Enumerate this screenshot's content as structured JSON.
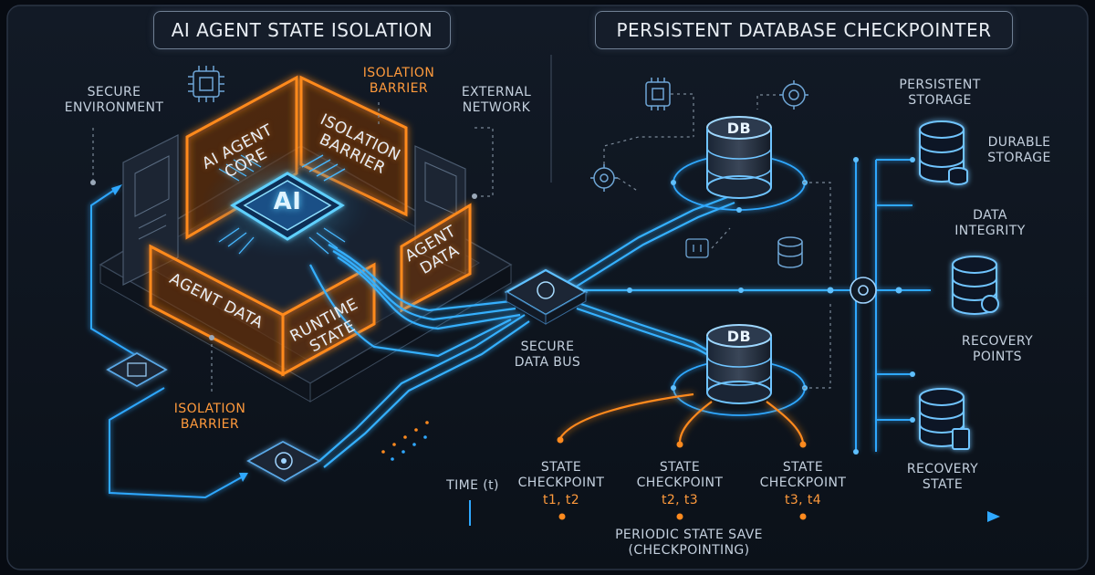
{
  "left_panel": {
    "title": "AI AGENT STATE ISOLATION",
    "chip_label": "AI",
    "labels": {
      "secure_environment": "SECURE\nENVIRONMENT",
      "isolation_barrier_top": "ISOLATION\nBARRIER",
      "external_network": "EXTERNAL\nNETWORK",
      "isolation_barrier_bottom": "ISOLATION\nBARRIER"
    },
    "walls": {
      "ai_agent_core": "AI AGENT\nCORE",
      "isolation_barrier_wall": "ISOLATION\nBARRIER",
      "agent_data_right": "AGENT\nDATA",
      "agent_data_front": "AGENT DATA",
      "runtime_state": "RUNTIME\nSTATE"
    }
  },
  "center": {
    "bus_label": "SECURE\nDATA BUS"
  },
  "right_panel": {
    "title": "PERSISTENT DATABASE CHECKPOINTER",
    "db_label": "DB",
    "labels": {
      "persistent_storage": "PERSISTENT\nSTORAGE",
      "durable_storage": "DURABLE\nSTORAGE",
      "data_integrity": "DATA\nINTEGRITY",
      "recovery_points": "RECOVERY\nPOINTS",
      "recovery_state": "RECOVERY\nSTATE"
    }
  },
  "timeline": {
    "axis_label": "TIME (t)",
    "checkpoints": [
      {
        "label": "STATE\nCHECKPOINT",
        "time": "t1, t2"
      },
      {
        "label": "STATE\nCHECKPOINT",
        "time": "t2, t3"
      },
      {
        "label": "STATE\nCHECKPOINT",
        "time": "t3, t4"
      }
    ],
    "caption": "PERIODIC STATE SAVE\n(CHECKPOINTING)"
  },
  "colors": {
    "background": "#0a0f18",
    "accent_blue": "#2fa8ff",
    "accent_orange": "#ff8a1e",
    "text": "#e8edf3"
  }
}
